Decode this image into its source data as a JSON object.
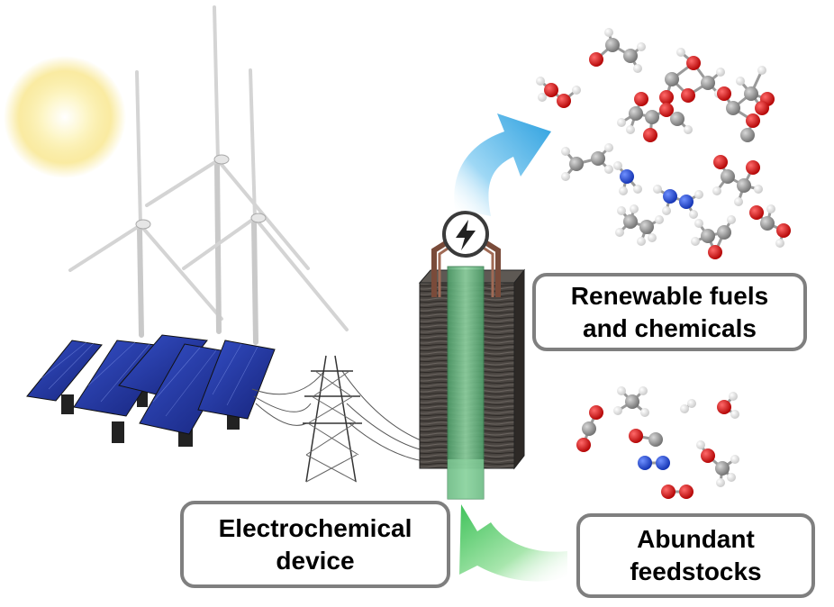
{
  "labels": {
    "products": {
      "line1": "Renewable fuels",
      "line2": "and chemicals"
    },
    "device": {
      "line1": "Electrochemical",
      "line2": "device"
    },
    "feedstocks": {
      "line1": "Abundant",
      "line2": "feedstocks"
    }
  },
  "colors": {
    "carbon": "#8c8c8c",
    "oxygen": "#e01010",
    "hydrogen": "#f0f0f0",
    "nitrogen": "#2050e0",
    "box_border": "#7f7f7f",
    "solar_panel": "#1d2f9c",
    "arrow_blue": "#3aa8e0",
    "arrow_green": "#5ccd6a",
    "electrode": "#3f3a36",
    "membrane": "#6fbf86",
    "sun": "#f7e27a"
  },
  "icons": [
    "sun-icon",
    "wind-turbine-icon",
    "solar-panel-icon",
    "power-pylon-icon",
    "lightning-bolt-icon",
    "molecule-icon"
  ]
}
